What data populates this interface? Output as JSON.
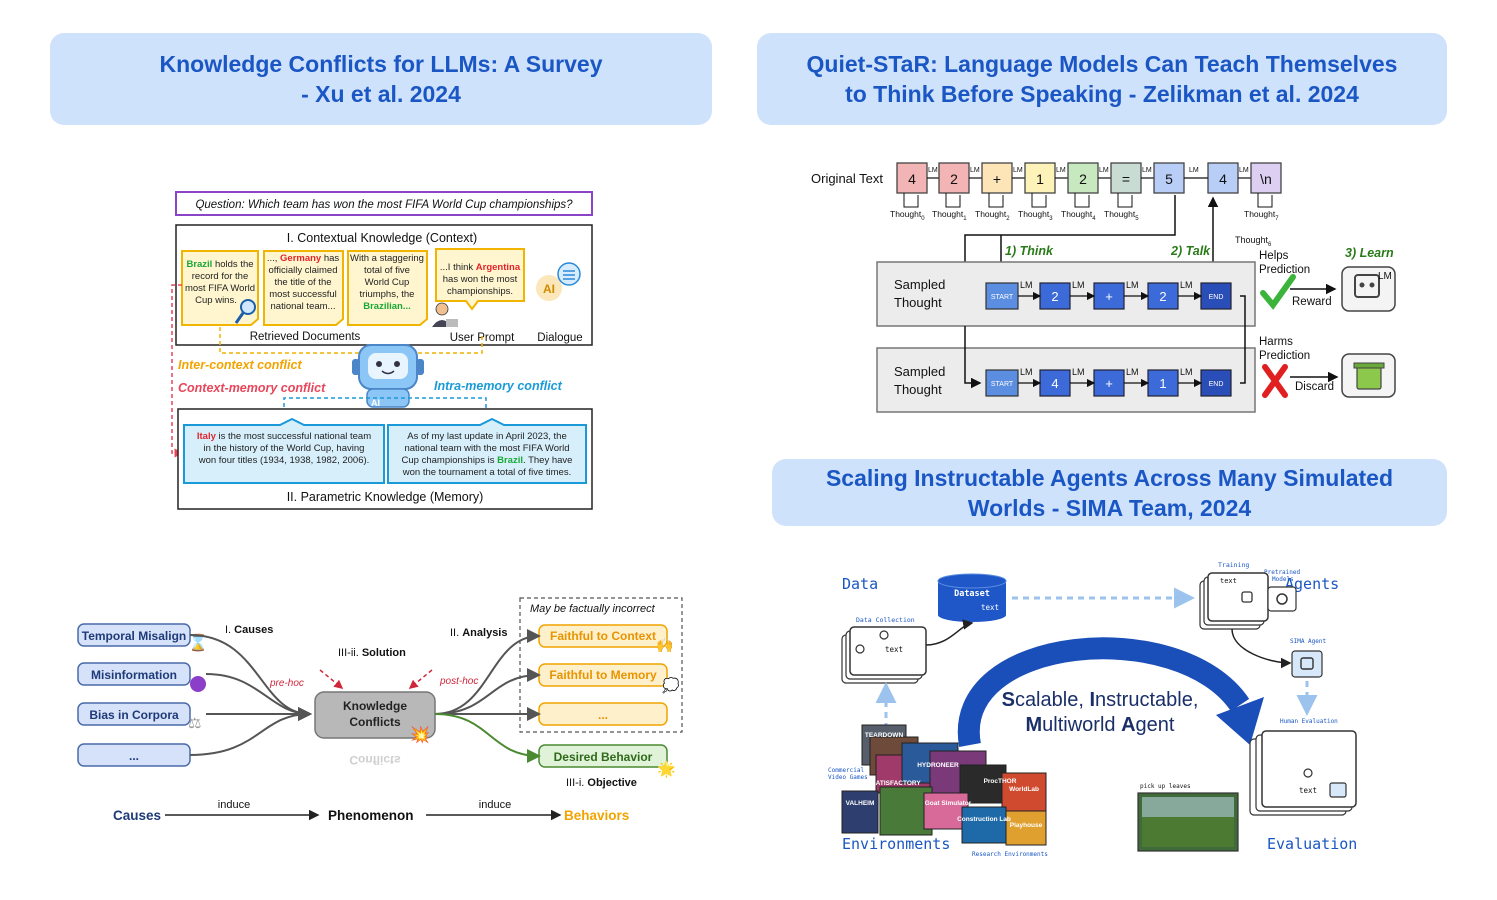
{
  "headers": {
    "survey": {
      "line1": "Knowledge Conflicts for LLMs: A Survey",
      "line2": "- Xu et al. 2024"
    },
    "quietstar": {
      "line1": "Quiet-STaR: Language Models Can Teach Themselves",
      "line2": "to Think Before Speaking - Zelikman et al. 2024"
    },
    "sima": {
      "line1": "Scaling Instructable Agents Across Many Simulated",
      "line2": "Worlds - SIMA Team, 2024"
    }
  },
  "kc": {
    "question": "Question: Which team has won the most FIFA World Cup championships?",
    "context_title": "I. Contextual Knowledge (Context)",
    "doc1": {
      "a": "Brazil",
      "b": " holds the",
      "l2": "record for the",
      "l3": "most FIFA World",
      "l4": "Cup wins."
    },
    "doc2": {
      "a": "..., ",
      "b": "Germany",
      "c": " has",
      "l2": "officially claimed",
      "l3": "the title of the",
      "l4": "most successful",
      "l5": "national team..."
    },
    "doc3": {
      "l1": "With a staggering",
      "l2": "total of five",
      "l3": "World Cup",
      "l4": "triumphs, the",
      "l5": "Brazilian..."
    },
    "doc4": {
      "a": "...I think ",
      "b": "Argentina",
      "l2": "has won the most",
      "l3": "championships."
    },
    "ai_label": "AI",
    "retrieved": "Retrieved Documents",
    "user_prompt": "User Prompt",
    "dialogue": "Dialogue",
    "inter": "Inter-context conflict",
    "ctxmem": "Context-memory conflict",
    "intra": "Intra-memory conflict",
    "bot_label": "AI",
    "mem1": {
      "a": "Italy",
      "b": " is the most successful national team",
      "l2": "in the history of the World Cup, having",
      "l3": "won four titles (1934, 1938, 1982, 2006)."
    },
    "mem2": {
      "l1": "As of my last update in April 2023, the",
      "l2": "national team with the most FIFA World",
      "l3a": "Cup championships is ",
      "l3b": "Brazil",
      "l3c": ". They have",
      "l4": "won the tournament a total of five times."
    },
    "param_title": "II. Parametric Knowledge (Memory)"
  },
  "kc2": {
    "causes": [
      "Temporal Misalign",
      "Misinformation",
      "Bias in Corpora",
      "..."
    ],
    "causes_label_a": "I. ",
    "causes_label_b": "Causes",
    "solution_a": "III-ii. ",
    "solution_b": "Solution",
    "analysis_a": "II. ",
    "analysis_b": "Analysis",
    "prehoc": "pre-hoc",
    "posthoc": "post-hoc",
    "center_l1": "Knowledge",
    "center_l2": "Conflicts",
    "center_reflect": "Conflicts",
    "maybe": "May be factually incorrect",
    "behaviors": [
      "Faithful to Context",
      "Faithful to Memory",
      "..."
    ],
    "desired": "Desired Behavior",
    "objective_a": "III-i. ",
    "objective_b": "Objective",
    "flow": {
      "causes": "Causes",
      "induce1": "induce",
      "phenomenon": "Phenomenon",
      "induce2": "induce",
      "behaviors": "Behaviors"
    }
  },
  "qs": {
    "original_text": "Original Text",
    "tokens": [
      "4",
      "2",
      "+",
      "1",
      "2",
      "=",
      "5",
      "4",
      "\\n"
    ],
    "thought_word": "Thought",
    "thought_subs": [
      "0",
      "1",
      "2",
      "3",
      "4",
      "5",
      "7"
    ],
    "thought6": "Thought",
    "thought6_sub": "6",
    "lm": "LM",
    "think": "1) Think",
    "talk": "2) Talk",
    "learn": "3) Learn",
    "sampled_l1": "Sampled",
    "sampled_l2": "Thought",
    "start": "START",
    "end": "END",
    "row1": [
      "2",
      "+",
      "2"
    ],
    "row2": [
      "4",
      "+",
      "1"
    ],
    "helps_l1": "Helps",
    "helps_l2": "Prediction",
    "reward": "Reward",
    "harms_l1": "Harms",
    "harms_l2": "Prediction",
    "discard": "Discard"
  },
  "sima": {
    "data": "Data",
    "agents": "Agents",
    "environments": "Environments",
    "evaluation": "Evaluation",
    "dataset": "Dataset",
    "text_token": "text",
    "data_collection": "Data Collection",
    "training": "Training",
    "pretrained_l1": "Pretrained",
    "pretrained_l2": "Models",
    "sima_agent": "SIMA Agent",
    "human_eval": "Human Evaluation",
    "commercial_l1": "Commercial",
    "commercial_l2": "Video Games",
    "research_envs": "Research Environments",
    "pickup": "pick up leaves",
    "center": {
      "s1": "S",
      "s2": "calable, ",
      "i1": "I",
      "i2": "nstructable,",
      "m1": "M",
      "m2": "ultiworld ",
      "a1": "A",
      "a2": "gent"
    },
    "games": [
      "TEARDOWN",
      "HYDRONEER",
      "SATISFACTORY",
      "ProcTHOR",
      "Goat Simulator",
      "VALHEIM",
      "Construction Lab",
      "WorldLab",
      "Playhouse"
    ]
  }
}
